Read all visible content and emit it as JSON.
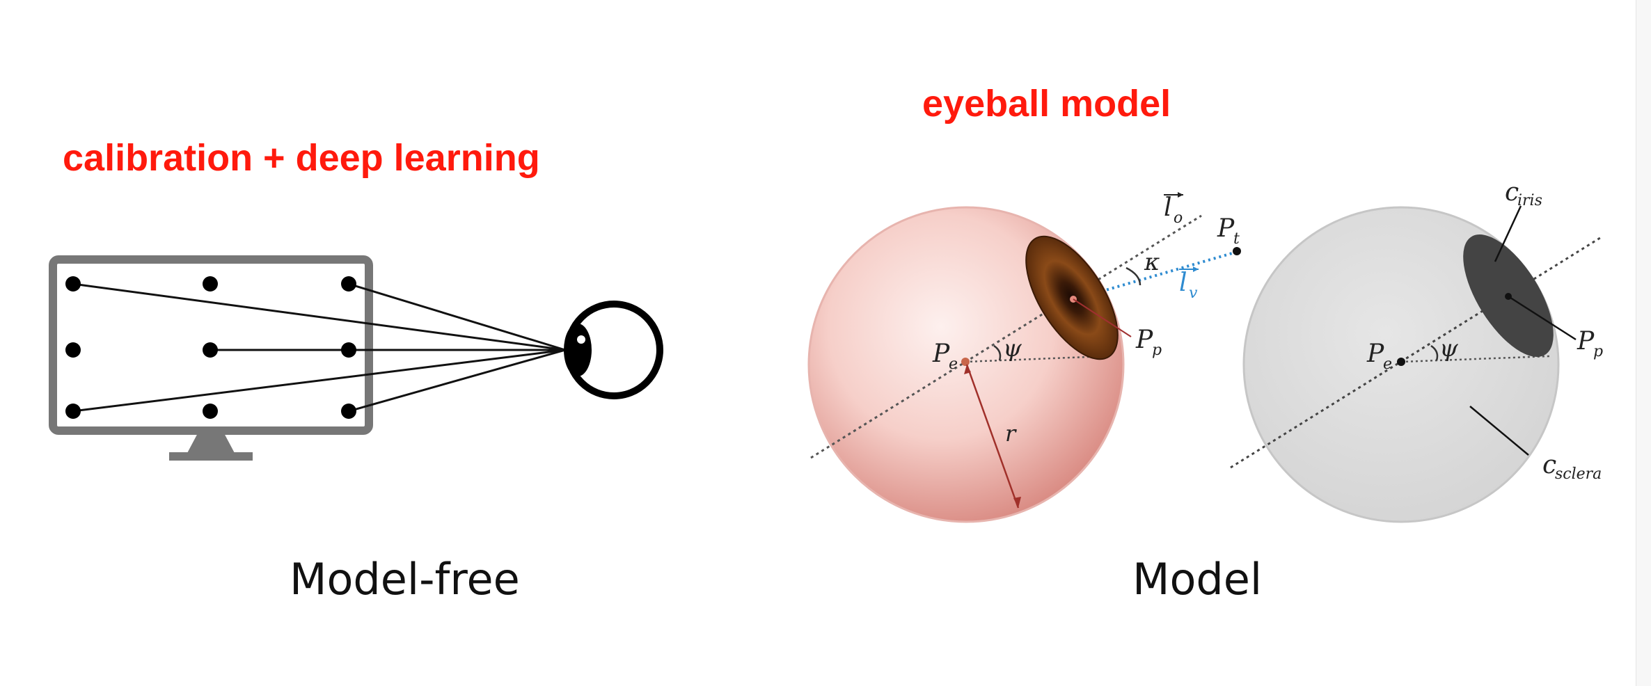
{
  "headings": {
    "left": "calibration + deep learning",
    "right": "eyeball model"
  },
  "captions": {
    "left": "Model-free",
    "right": "Model"
  },
  "eyeball_labels": {
    "optical_axis_l": "l",
    "optical_axis_sub": "o",
    "target_P": "P",
    "target_sub": "t",
    "kappa": "κ",
    "visual_axis_l": "l",
    "visual_axis_sub": "v",
    "pupil_P": "P",
    "pupil_sub": "p",
    "eye_center_P": "P",
    "eye_center_sub": "e",
    "psi": "ψ",
    "radius": "r"
  },
  "segmentation_labels": {
    "iris_c": "c",
    "iris_sub": "iris",
    "pupil_P": "P",
    "pupil_sub": "p",
    "eye_center_P": "P",
    "eye_center_sub": "e",
    "psi": "ψ",
    "sclera_c": "c",
    "sclera_sub": "sclera"
  },
  "colors": {
    "heading_red": "#ff1a0d",
    "monitor_gray": "#777777",
    "iris_brown": "#7a3d12",
    "visual_axis_blue": "#2e8bd0",
    "sclera_gray": "#dedede"
  }
}
